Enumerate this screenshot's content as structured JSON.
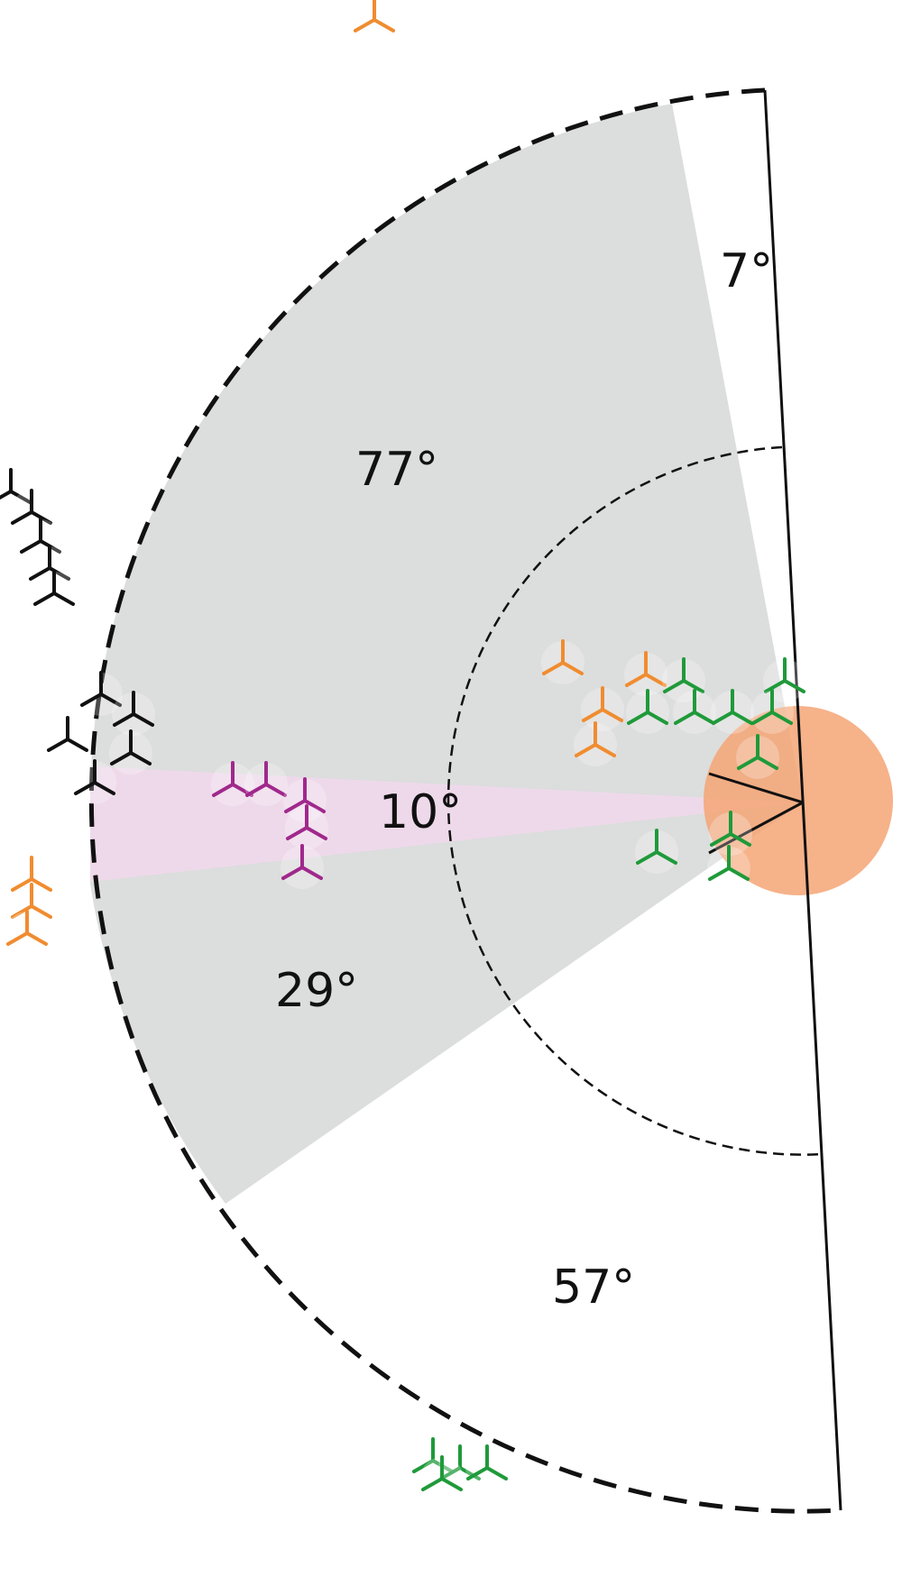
{
  "diagram": {
    "labels": [
      {
        "key": "seven",
        "text": "7°"
      },
      {
        "key": "seventy_seven",
        "text": "77°"
      },
      {
        "key": "ten",
        "text": "10°"
      },
      {
        "key": "twenty_nine",
        "text": "29°"
      },
      {
        "key": "fifty_seven",
        "text": "57°"
      }
    ],
    "colors": {
      "gray_sector": "#dcdddd",
      "pink_sector": "#eed9ea",
      "orange_circle": "#f5a574",
      "orange_turbine": "#f08c30",
      "green_turbine": "#1f9a3a",
      "purple_turbine": "#a0288c",
      "black_turbine": "#111111",
      "outline": "#111111"
    },
    "icons": {
      "turbine": "wind-turbine-icon",
      "observer": "observer-circle"
    }
  }
}
